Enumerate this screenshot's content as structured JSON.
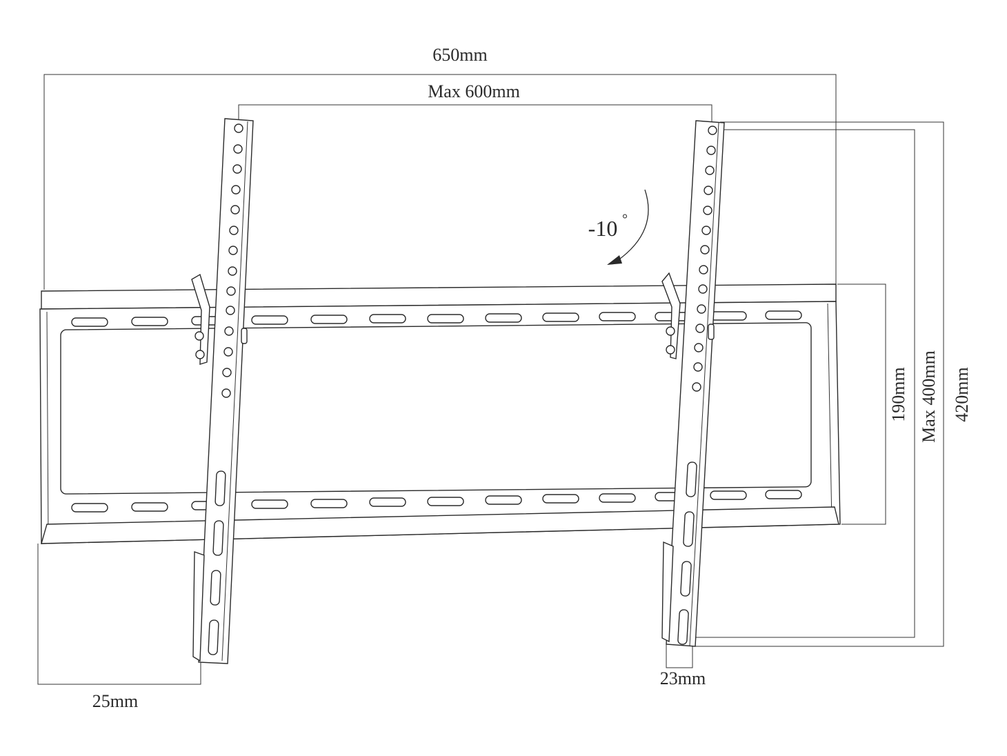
{
  "diagram": {
    "labels": {
      "overall_width": "650mm",
      "max_vesa_width": "Max 600mm",
      "tilt_angle": "-10",
      "degree_symbol": "°",
      "plate_height": "190mm",
      "max_vesa_height": "Max 400mm",
      "arm_height": "420mm",
      "arm_width": "23mm",
      "wall_distance": "25mm"
    }
  }
}
